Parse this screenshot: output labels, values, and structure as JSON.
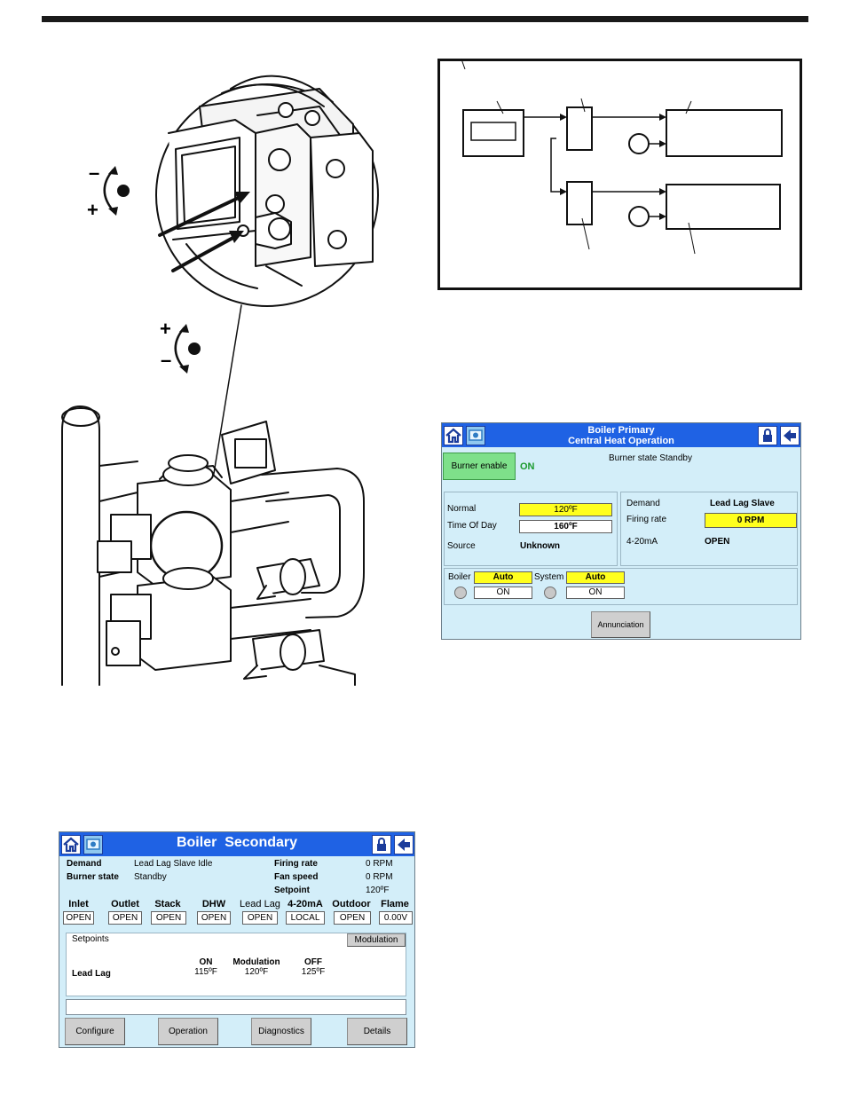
{
  "hmi_primary": {
    "title_line1": "Boiler Primary",
    "title_line2": "Central Heat Operation",
    "burner_enable_label": "Burner enable",
    "burner_enable_state": "ON",
    "burner_state": "Burner state Standby",
    "normal_label": "Normal",
    "normal_value": "120ºF",
    "time_of_day_label": "Time Of Day",
    "time_of_day_value": "160ºF",
    "source_label": "Source",
    "source_value": "Unknown",
    "demand_label": "Demand",
    "demand_value": "Lead Lag Slave",
    "firing_rate_label": "Firing rate",
    "firing_rate_value": "0 RPM",
    "ma_label": "4-20mA",
    "ma_value": "OPEN",
    "boiler_label": "Boiler",
    "boiler_mode": "Auto",
    "boiler_state": "ON",
    "system_label": "System",
    "system_mode": "Auto",
    "system_state": "ON",
    "annunciation_label": "Annunciation"
  },
  "hmi_secondary": {
    "title": "Boiler  Secondary",
    "demand_label": "Demand",
    "demand_value": "Lead Lag Slave Idle",
    "burner_state_label": "Burner state",
    "burner_state_value": "Standby",
    "firing_rate_label": "Firing rate",
    "firing_rate_value": "0 RPM",
    "fan_speed_label": "Fan speed",
    "fan_speed_value": "0 RPM",
    "setpoint_label": "Setpoint",
    "setpoint_value": "120ºF",
    "status_columns": [
      {
        "label": "Inlet",
        "value": "OPEN"
      },
      {
        "label": "Outlet",
        "value": "OPEN"
      },
      {
        "label": "Stack",
        "value": "OPEN"
      },
      {
        "label": "DHW",
        "value": "OPEN"
      },
      {
        "label": "Lead Lag",
        "value": "OPEN"
      },
      {
        "label": "4-20mA",
        "value": "LOCAL"
      },
      {
        "label": "Outdoor",
        "value": "OPEN"
      },
      {
        "label": "Flame",
        "value": "0.00V"
      }
    ],
    "setpoints_title": "Setpoints",
    "modulation_button": "Modulation",
    "col_on": "ON",
    "col_modulation": "Modulation",
    "col_off": "OFF",
    "row_label": "Lead Lag",
    "row_on": "115ºF",
    "row_modulation": "120ºF",
    "row_off": "125ºF",
    "buttons": [
      "Configure",
      "Operation",
      "Diagnostics",
      "Details"
    ]
  },
  "illustration": {
    "rotation_upper_minus": "–",
    "rotation_upper_plus": "+",
    "rotation_lower_plus": "+",
    "rotation_lower_minus": "–"
  },
  "colors": {
    "title_bar": "#1f62e4",
    "screen_bg": "#d3eef9",
    "highlight": "#ffff1e",
    "enable_button": "#7ee08a",
    "on_text": "#1c9a2e"
  }
}
